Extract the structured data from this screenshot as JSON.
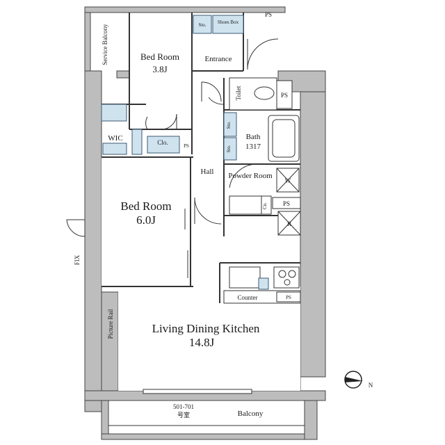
{
  "rooms": {
    "bedroom_small": {
      "name": "Bed Room",
      "size": "3.8J"
    },
    "bedroom_large": {
      "name": "Bed Room",
      "size": "6.0J"
    },
    "ldk": {
      "name": "Living Dining Kitchen",
      "size": "14.8J"
    },
    "bath": {
      "name": "Bath",
      "size": "1317"
    },
    "powder_room": {
      "name": "Powder Room"
    },
    "entrance": "Entrance",
    "hall": "Hall",
    "toilet": "Toilet",
    "wic": "WIC",
    "closet": "Clo.",
    "service_balcony": "Service Balcony",
    "balcony": "Balcony"
  },
  "labels": {
    "ps": "PS",
    "sto": "Sto.",
    "shoes_box": "Shoes Box",
    "counter": "Counter",
    "picture_rail": "Picture Rail",
    "fix": "FIX",
    "w": "W",
    "r": "R",
    "cn": "Cn.",
    "unit_no": "501-701",
    "unit_jp": "号室"
  },
  "compass": {
    "direction": "N"
  }
}
